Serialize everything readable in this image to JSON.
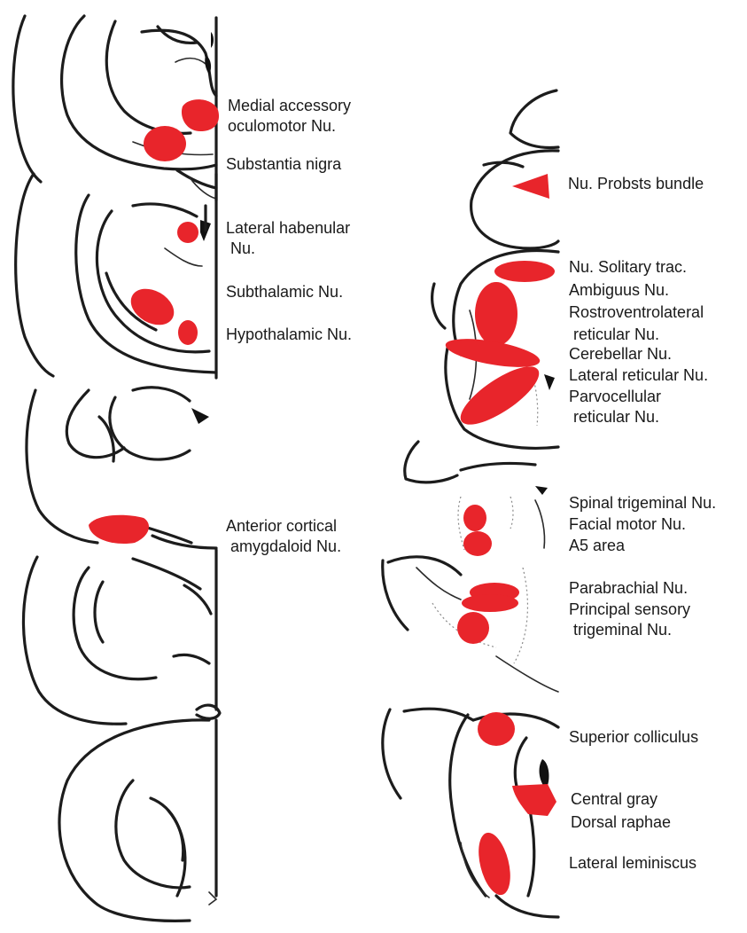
{
  "labels": {
    "medial_accessory": [
      "Medial accessory",
      "oculomotor Nu."
    ],
    "substantia_nigra": "Substantia nigra",
    "lateral_habenular": [
      "Lateral habenular",
      " Nu."
    ],
    "subthalamic": "Subthalamic Nu.",
    "hypothalamic": "Hypothalamic Nu.",
    "anterior_cortical": [
      "Anterior cortical",
      " amygdaloid Nu."
    ],
    "probsts_bundle": "Nu. Probsts bundle",
    "solitary_trac": "Nu. Solitary trac.",
    "ambiguus": "Ambiguus Nu.",
    "rostroventrolateral": [
      "Rostroventrolateral",
      " reticular Nu."
    ],
    "cerebellar": "Cerebellar Nu.",
    "lateral_reticular": "Lateral reticular Nu.",
    "parvocellular": [
      "Parvocellular",
      " reticular Nu."
    ],
    "spinal_trigeminal": "Spinal trigeminal Nu.",
    "facial_motor": "Facial motor Nu.",
    "a5_area": "A5 area",
    "parabrachial": "Parabrachial Nu.",
    "principal_sensory": [
      "Principal sensory",
      " trigeminal Nu."
    ],
    "superior_colliculus": "Superior colliculus",
    "central_gray": "Central gray",
    "dorsal_raphae": "Dorsal raphae",
    "lateral_leminiscus": "Lateral leminiscus"
  },
  "colors": {
    "nucleus_highlight": "#e8252b",
    "outline": "#1c1c1c",
    "text": "#1a1a1a",
    "background": "#ffffff"
  }
}
